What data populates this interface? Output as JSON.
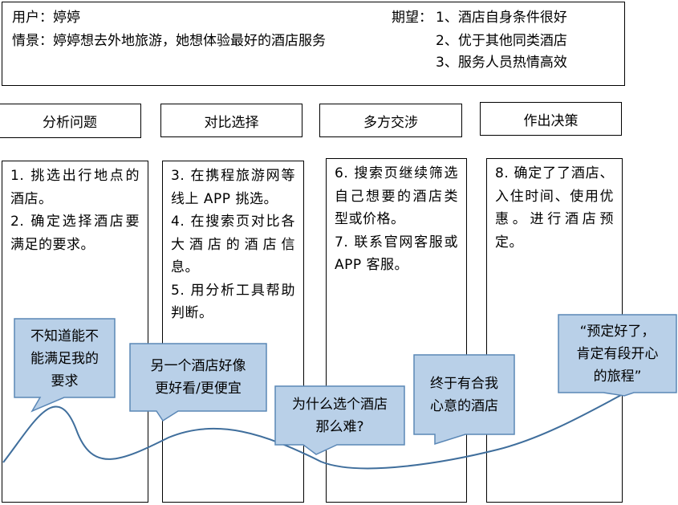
{
  "header": {
    "user_label": "用户：婷婷",
    "scenario": "情景：婷婷想去外地旅游，她想体验最好的酒店服务",
    "expect_title": "期望：",
    "expectations": [
      "1、酒店自身条件很好",
      "2、优于其他同类酒店",
      "3、服务人员热情高效"
    ]
  },
  "stages": [
    "分析问题",
    "对比选择",
    "多方交涉",
    "作出决策"
  ],
  "columns": [
    [
      "1. 挑选出行地点的酒店。",
      "2. 确定选择酒店要满足的要求。"
    ],
    [
      "3. 在携程旅游网等线上 APP 挑选。",
      "4. 在搜索页对比各大酒店的酒店信息。",
      "5. 用分析工具帮助判断。"
    ],
    [
      "6. 搜索页继续筛选自己想要的酒店类型或价格。",
      "7. 联系官网客服或 APP 客服。"
    ],
    [
      "8. 确定了了酒店、入住时间、使用优惠。进行酒店预定。"
    ]
  ],
  "bubbles": [
    [
      "不知道能不",
      "能满足我的",
      "要求"
    ],
    [
      "另一个酒店好像",
      "更好看/更便宜"
    ],
    [
      "为什么选个酒店",
      "那么难?"
    ],
    [
      "终于有合我",
      "心意的酒店"
    ],
    [
      "“预定好了，",
      "肯定有段开心",
      "的旅程”"
    ]
  ],
  "colors": {
    "bubble_fill": "#b9d0e8",
    "bubble_stroke": "#5a87b6",
    "curve": "#3f6e9c"
  }
}
